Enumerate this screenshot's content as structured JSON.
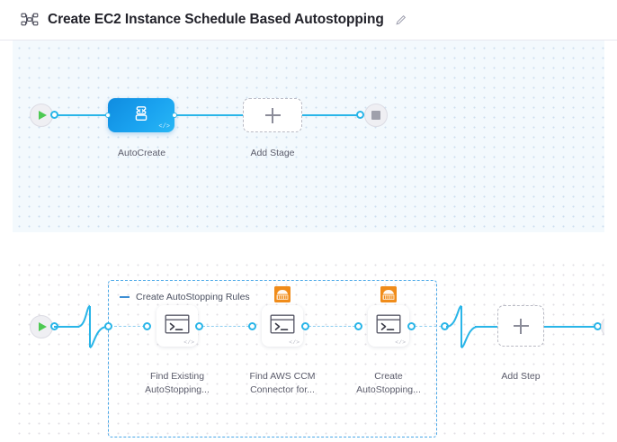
{
  "header": {
    "icon": "pipeline-graph-icon",
    "title": "Create EC2 Instance Schedule Based Autostopping",
    "edit_icon": "pencil-edit-icon"
  },
  "theme": {
    "accent_blue": "#29b5e8",
    "node_blue": "#1aa3f0",
    "start_green": "#4dc952",
    "stop_gray": "#9fa0ab",
    "group_border": "#4aa8e8",
    "badge_orange": "#f08c1a",
    "label_text": "#5b5c6b",
    "stage_canvas_bg": "#f3f9fd",
    "step_canvas_bg": "#ffffff"
  },
  "stage_canvas": {
    "name": "stage-canvas",
    "start_node": {
      "name": "pipeline-start-node",
      "icon": "play-icon"
    },
    "end_node": {
      "name": "pipeline-end-node",
      "icon": "stop-icon"
    },
    "nodes": [
      {
        "id": "autocreate",
        "label": "AutoCreate",
        "icon": "custom-stage-code-icon",
        "type": "stage",
        "corner_glyph": "</>"
      },
      {
        "id": "add-stage",
        "label": "Add Stage",
        "icon": "plus-icon",
        "type": "add"
      }
    ]
  },
  "step_canvas": {
    "name": "step-canvas",
    "start_node": {
      "name": "execution-start-node",
      "icon": "play-icon"
    },
    "end_node": {
      "name": "execution-end-node",
      "icon": "stop-icon"
    },
    "group": {
      "name": "step-group-create-autostopping-rules",
      "title": "Create AutoStopping Rules",
      "collapse_icon": "minus-collapse-icon",
      "collapsed": false
    },
    "steps": [
      {
        "id": "find-existing-autostopping",
        "label_line1": "Find Existing",
        "label_line2": "AutoStopping...",
        "icon": "shell-script-icon",
        "corner_glyph": "</>",
        "badge": null
      },
      {
        "id": "find-aws-ccm-connector",
        "label_line1": "Find AWS CCM",
        "label_line2": "Connector for...",
        "icon": "shell-script-icon",
        "corner_glyph": "</>",
        "badge": "aws-ccm-icon"
      },
      {
        "id": "create-autostopping",
        "label_line1": "Create",
        "label_line2": "AutoStopping...",
        "icon": "shell-script-icon",
        "corner_glyph": "</>",
        "badge": "aws-ccm-icon"
      }
    ],
    "add_step": {
      "id": "add-step",
      "label": "Add Step",
      "icon": "plus-icon"
    }
  }
}
